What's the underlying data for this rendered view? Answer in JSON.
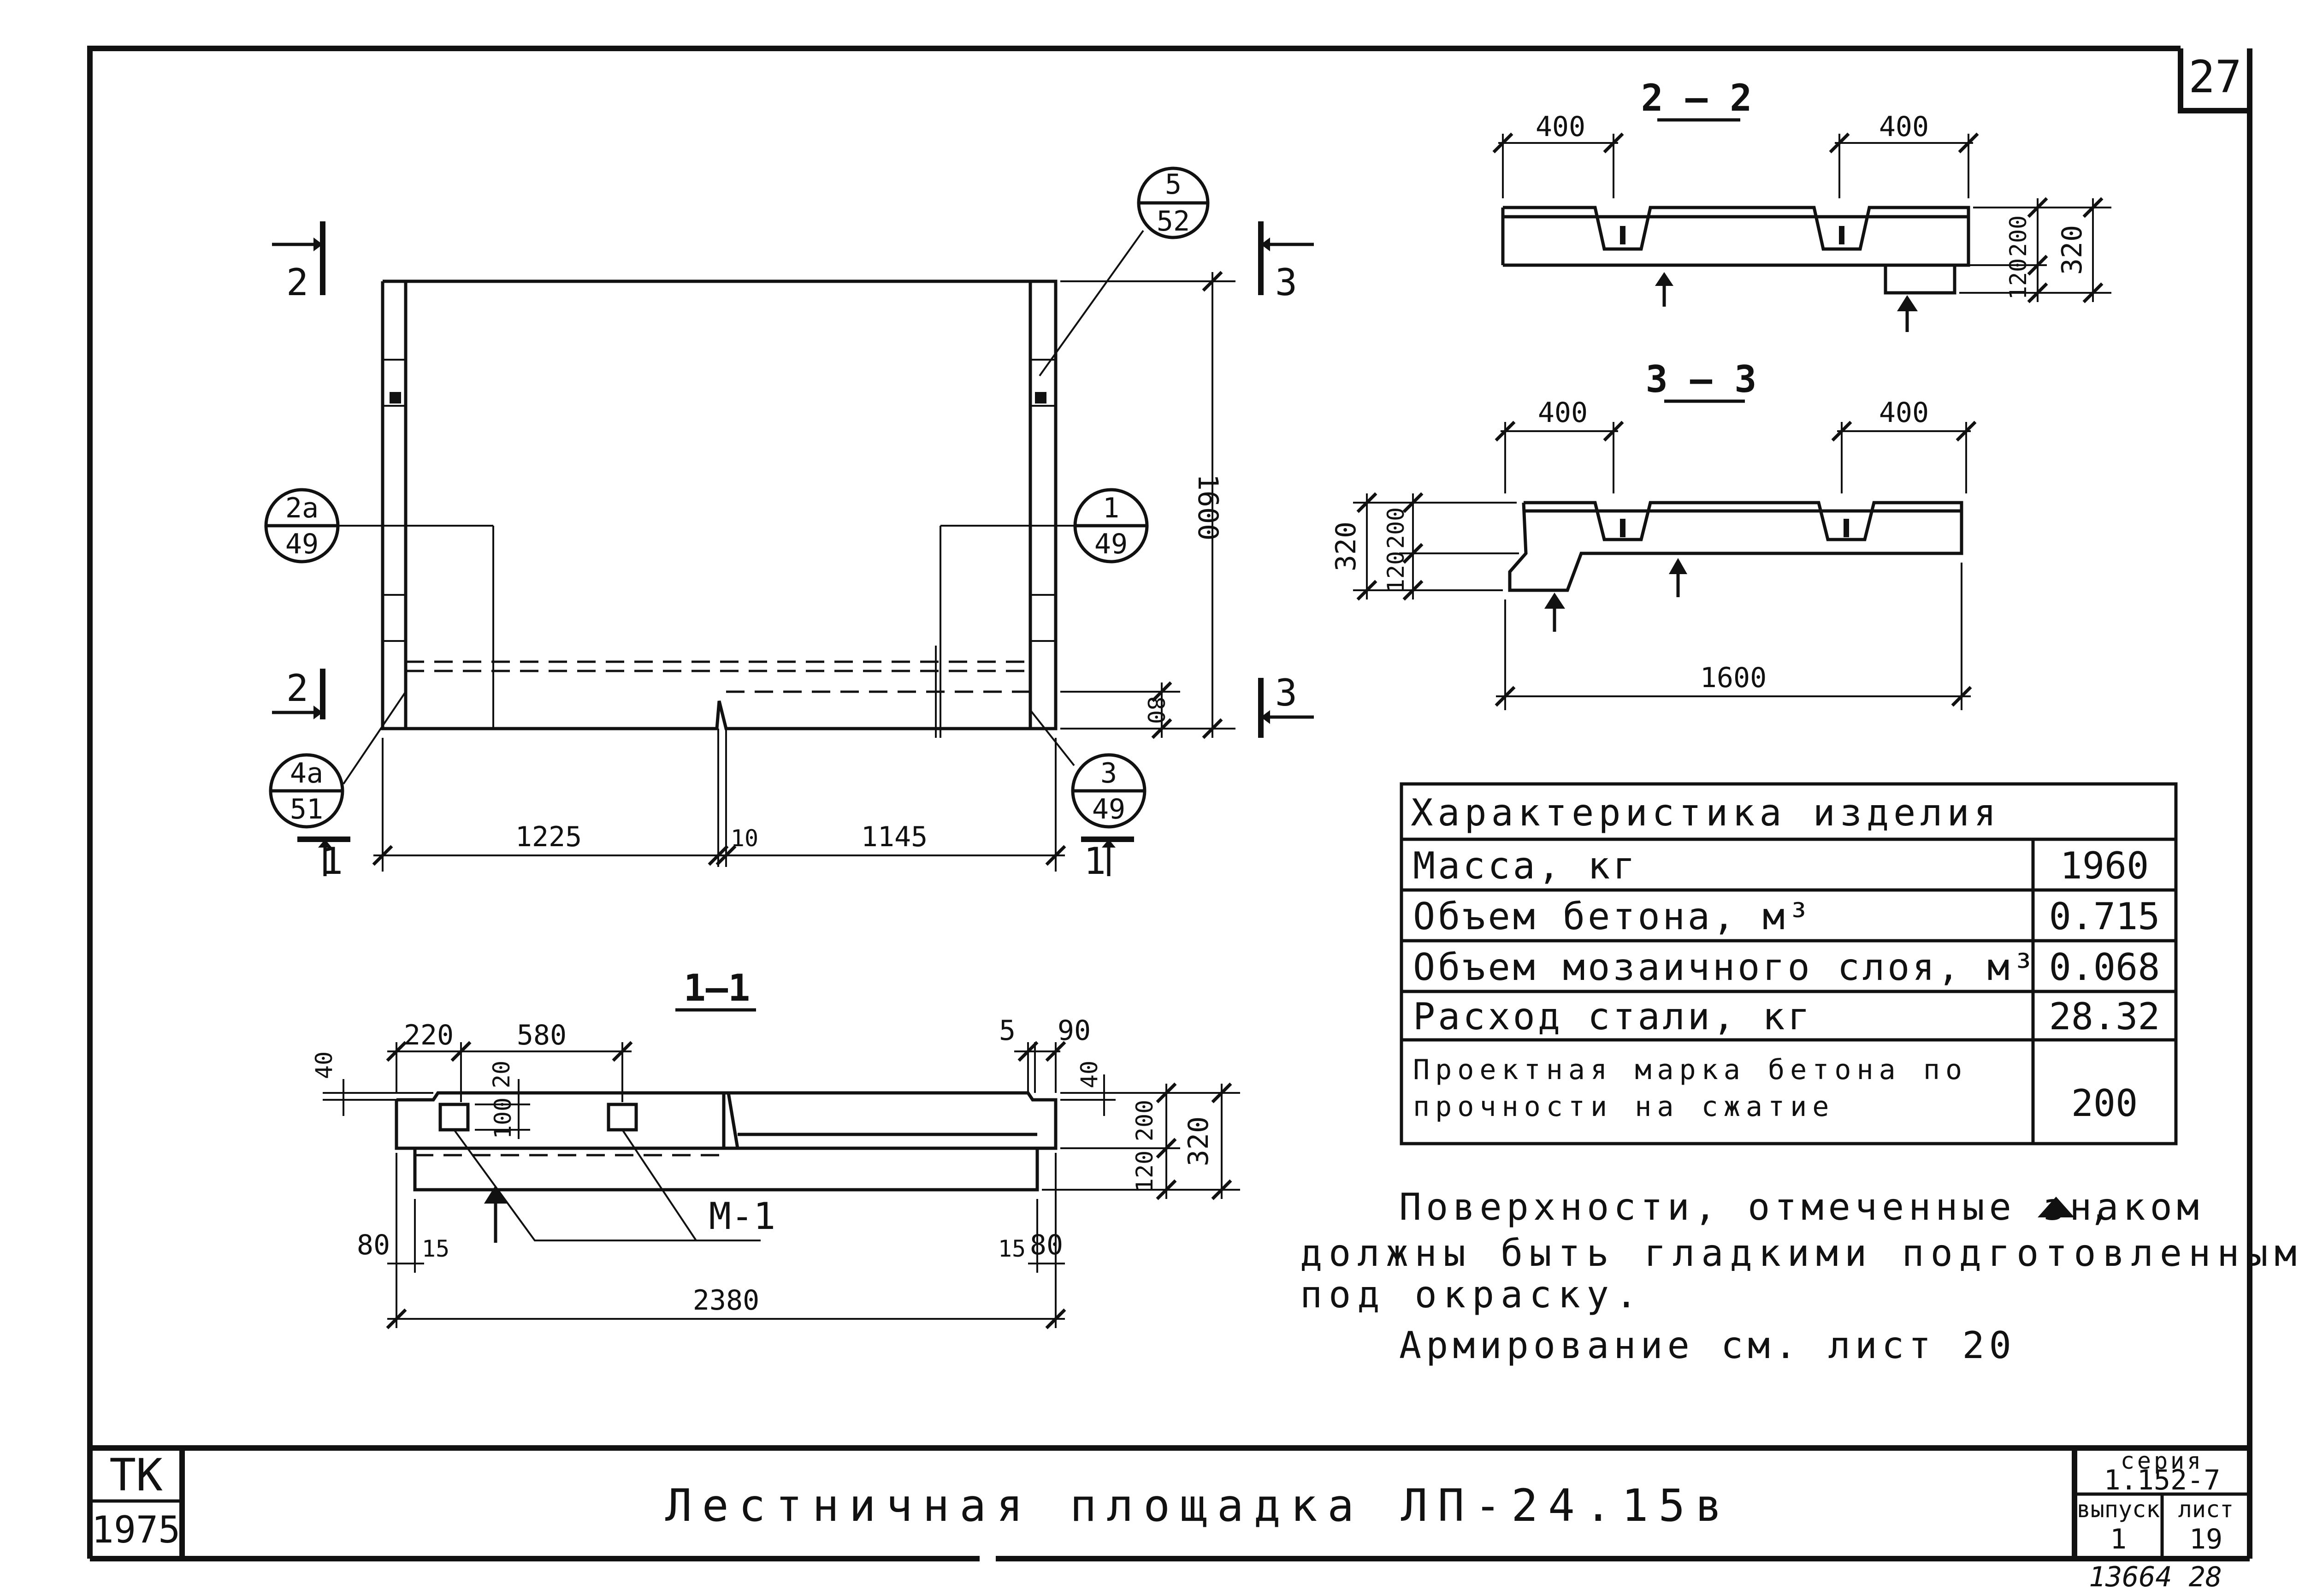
{
  "sheet": {
    "number": "27",
    "org": "ТК",
    "year": "1975",
    "title": "Лестничная площадка ЛП-24.15в",
    "series_label": "серия",
    "series_value": "1.152-7",
    "issue_label": "выпуск",
    "issue_value": "1",
    "list_label": "лист",
    "list_value": "19",
    "archive_number": "13664 28"
  },
  "plan": {
    "dim_height": "1600",
    "dim_step": "80",
    "dim_left": "1225",
    "dim_gap": "10",
    "dim_right": "1145",
    "section_2": "2",
    "section_3": "3",
    "section_1": "1",
    "callout_5_52": {
      "top": "5",
      "bottom": "52"
    },
    "callout_2a_49": {
      "top": "2а",
      "bottom": "49"
    },
    "callout_1_49": {
      "top": "1",
      "bottom": "49"
    },
    "callout_4a_51": {
      "top": "4а",
      "bottom": "51"
    },
    "callout_3_49": {
      "top": "3",
      "bottom": "49"
    }
  },
  "section_2_2": {
    "title": "2 — 2",
    "dim_left": "400",
    "dim_right": "400",
    "dim_top": "200",
    "dim_bottom": "120",
    "dim_total": "320"
  },
  "section_3_3": {
    "title": "3 — 3",
    "dim_left": "400",
    "dim_right": "400",
    "dim_total": "320",
    "dim_top": "200",
    "dim_bottom": "120",
    "dim_length": "1600"
  },
  "section_1_1": {
    "title": "1—1",
    "dim_220": "220",
    "dim_580": "580",
    "dim_5": "5",
    "dim_90": "90",
    "dim_40_left": "40",
    "dim_20": "20",
    "dim_100": "100",
    "dim_40_right": "40",
    "dim_200": "200",
    "dim_120": "120",
    "dim_320": "320",
    "label_m1": "М-1",
    "dim_80_left": "80",
    "dim_15_left": "15",
    "dim_15_right": "15",
    "dim_80_right": "80",
    "dim_length": "2380"
  },
  "properties": {
    "header": "Характеристика изделия",
    "rows": [
      {
        "label": "Масса, кг",
        "value": "1960"
      },
      {
        "label": "Объем бетона, м³",
        "value": "0.715"
      },
      {
        "label": "Объем мозаичного слоя, м³",
        "value": "0.068"
      },
      {
        "label": "Расход стали, кг",
        "value": "28.32"
      },
      {
        "label_line1": "Проектная марка бетона по",
        "label_line2": "прочности на сжатие",
        "value": "200"
      }
    ]
  },
  "notes": {
    "line1": "Поверхности, отмеченные знаком",
    "line2": "должны быть гладкими подготовленными",
    "line3": "под окраску.",
    "line4": "Армирование см. лист 20"
  }
}
